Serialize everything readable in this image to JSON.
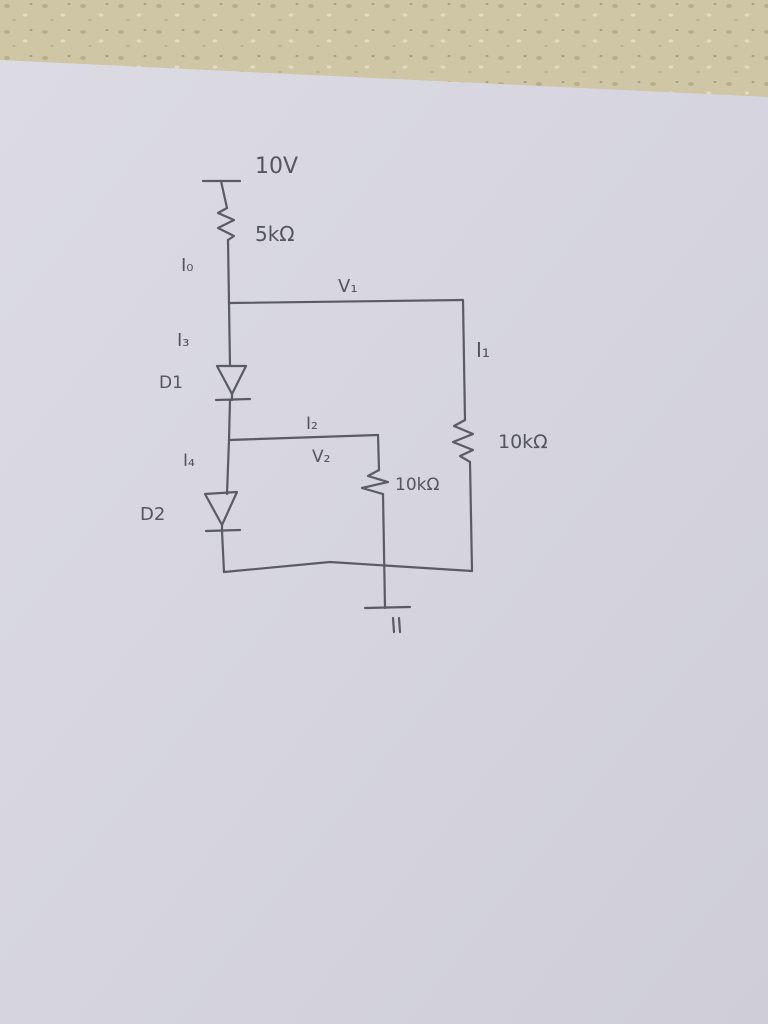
{
  "diagram": {
    "labels": {
      "supply": "10V",
      "r_source": "5kΩ",
      "i0": "I₀",
      "v1": "V₁",
      "i3": "I₃",
      "i1": "I₁",
      "d1": "D1",
      "i2": "I₂",
      "r_right": "10kΩ",
      "v2": "V₂",
      "r_middle": "10kΩ",
      "i4": "I₄",
      "d2": "D2"
    }
  }
}
